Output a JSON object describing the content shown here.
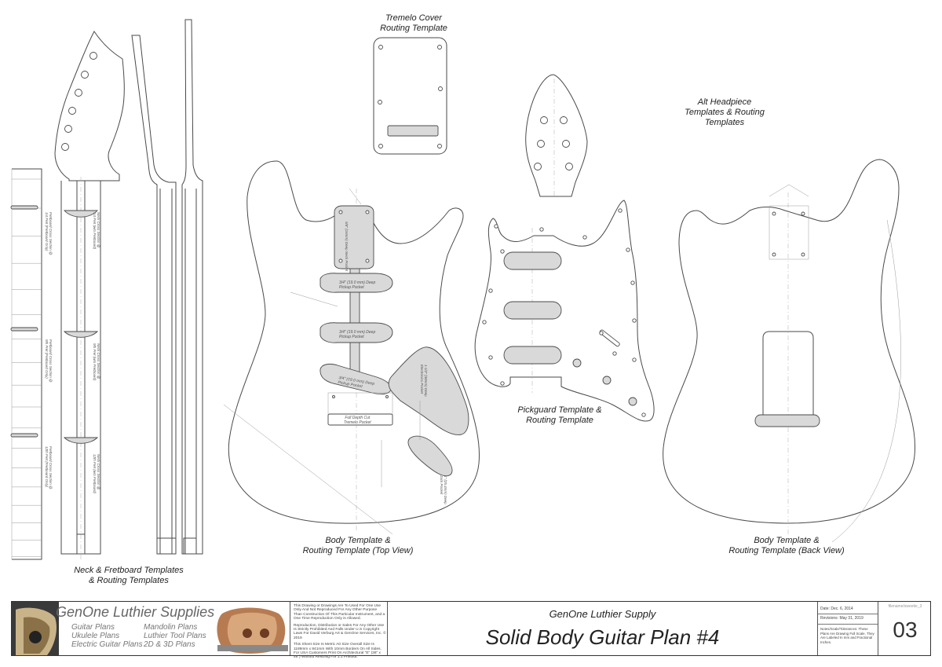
{
  "labels": {
    "tremelo": [
      "Tremelo Cover",
      "Routing Template"
    ],
    "alt_headpiece": [
      "Alt Headpiece",
      "Templates & Routing",
      "Templates"
    ],
    "pickguard": [
      "Pickguard Template &",
      "Routing Template"
    ],
    "body_top": [
      "Body Template &",
      "Routing Template (Top View)"
    ],
    "body_back": [
      "Body Template &",
      "Routing Template (Back View)"
    ],
    "neck": [
      "Neck & Fretboard Templates",
      "& Routing Templates"
    ]
  },
  "pockets": {
    "neck_pickup": [
      "3/4\" (19.0 mm) Deep",
      "Pickup Pocket"
    ],
    "mid_pickup": [
      "3/4\" (19.0 mm) Deep",
      "Pickup Pocket"
    ],
    "bridge_pickup": [
      "3/4\" (19.0 mm) Deep",
      "Pickup Pocket"
    ],
    "tremolo_pocket": [
      "Full Depth Cut",
      "Tremelo Pocket"
    ],
    "electronics": [
      "1-1/2\" (38mm) Deep",
      "Electronics Pocket"
    ],
    "jack": [
      "1\" (25.4mm) Deep",
      "Jack Pocket"
    ],
    "neck_pocket": [
      "5/8\" (16mm) Deep",
      "Neck Pocket"
    ]
  },
  "neck_sections": [
    [
      "Neck Cross Section @",
      "1st Fret (w/o Fretboard)"
    ],
    [
      "Neck Cross Section @",
      "9th Fret (w/o Fretboard)"
    ],
    [
      "Neck Cross Section @",
      "12th Fret (w/o Fretboard)"
    ]
  ],
  "fret_sections": [
    [
      "Fretboard Cross Section @",
      "1st Fret (Fretboard Only)"
    ],
    [
      "Fretboard Cross Section @",
      "9th Fret (Fretboard Only)"
    ],
    [
      "Fretboard Cross Section @",
      "12th Fret (Fretboard Only)"
    ]
  ],
  "title_block": {
    "brand": "GenOne Luthier Supplies",
    "plans_col1": [
      "Guitar Plans",
      "Ukulele Plans",
      "Electric Guitar Plans"
    ],
    "plans_col2": [
      "Mandolin Plans",
      "Luthier Tool Plans",
      "2D & 3D Plans"
    ],
    "legal": [
      "This Drawing or Drawings Are To Used For One Use Only And Not Reproduced For Any Other Purpose Than Construction Of This Particular Instrument, and a One Time Reproduction Only is Allowed.",
      "Reproduction, Distribution or Sales For Any Other Use Is Strictly Prohibited And Falls Under U.S Copyright Laws For David Verburg Art & GenOne Services, Inc. © 2019",
      "This Sheet Size Is Metric A0 Size Overall Size Is 1189mm x 841mm With 10mm Borders On All Sides. For USA Customers Print On Architectural \"E\" (36\" x 48\") Without Resizing For 1:1 Printout."
    ],
    "company": "GenOne Luthier Supply",
    "plan_title": "Solid Body Guitar Plan #4",
    "date": "Date: Dec. 6, 2014",
    "revisions": "Revisions: May 31, 2019",
    "note": "Notes/Scale/Tolerances: These Plans Are Drawing Full Scale. They Are Labeled In mm and Fractional Inches.",
    "file_name": "filename/sweetie_3",
    "sheet_number": "03"
  },
  "colors": {
    "line": "#4a4a4a",
    "fill_gray": "#d9d9d9",
    "light_line": "#9a9a9a"
  }
}
